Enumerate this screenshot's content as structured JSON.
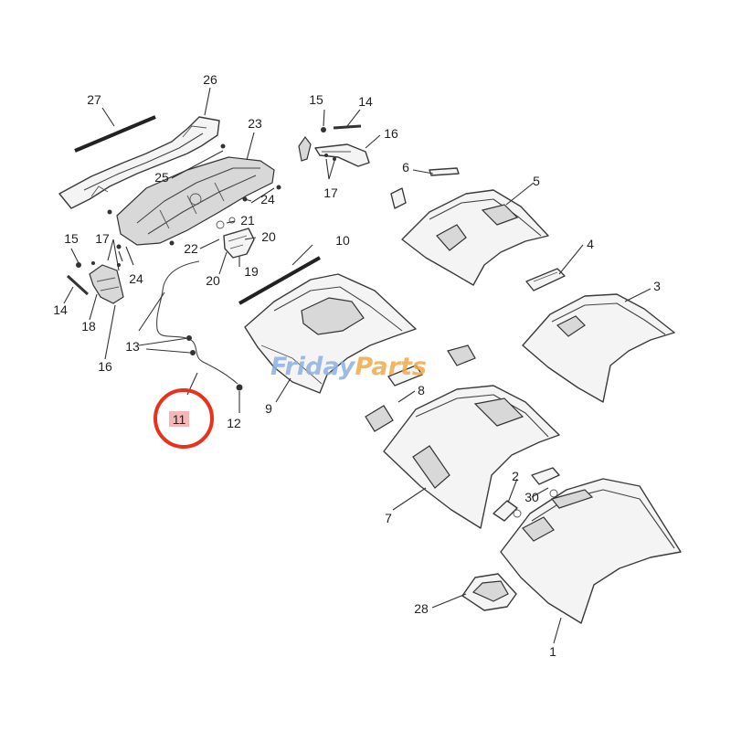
{
  "watermark": {
    "text": "FridayParts",
    "primary": "Friday",
    "secondary": "Parts",
    "primary_color": "#8fb0e0",
    "secondary_color": "#f0a94a"
  },
  "highlight": {
    "label": "11",
    "ring_color": "#e8321c",
    "fill_color": "#f4b6b6"
  },
  "callouts": {
    "c1": "1",
    "c2": "2",
    "c3": "3",
    "c4": "4",
    "c5": "5",
    "c6": "6",
    "c7": "7",
    "c8": "8",
    "c9": "9",
    "c10": "10",
    "c12": "12",
    "c13": "13",
    "c14a": "14",
    "c14b": "14",
    "c15a": "15",
    "c15b": "15",
    "c16a": "16",
    "c16b": "16",
    "c17a": "17",
    "c17b": "17",
    "c18": "18",
    "c19": "19",
    "c20a": "20",
    "c20b": "20",
    "c21": "21",
    "c22": "22",
    "c23": "23",
    "c24a": "24",
    "c24b": "24",
    "c25": "25",
    "c26": "26",
    "c27": "27",
    "c28": "28",
    "c30": "30"
  }
}
